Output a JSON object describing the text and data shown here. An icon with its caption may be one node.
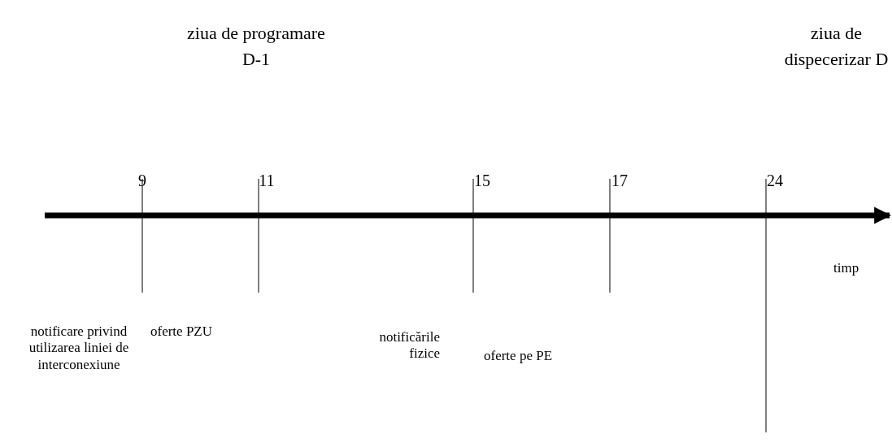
{
  "diagram": {
    "labels": [
      "ziua de programare D-1",
      "ziua de dispecerizar D",
      "9",
      "11",
      "15",
      "17",
      "24",
      "timp",
      "notificare privind utilizarea liniei de interconexiune",
      "oferte PZU",
      "notificările fizice",
      "oferte pe PE"
    ]
  }
}
